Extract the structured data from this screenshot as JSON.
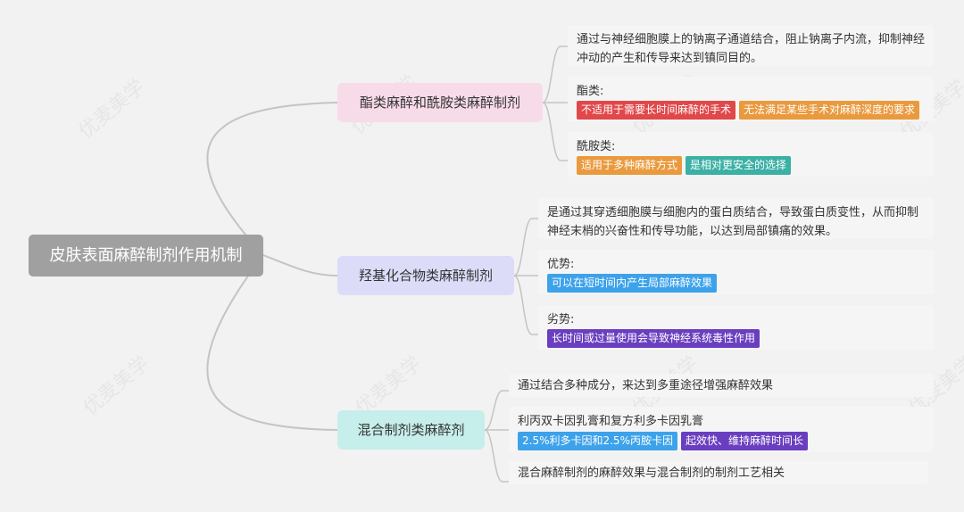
{
  "root": {
    "label": "皮肤表面麻醉制剂作用机制"
  },
  "branches": [
    {
      "label": "酯类麻醉和酰胺类麻醉制剂",
      "description": "通过与神经细胞膜上的钠离子通道结合，阻止钠离子内流，抑制神经冲动的产生和传导来达到镇同目的。",
      "sub": [
        {
          "label": "酯类:",
          "tags": [
            {
              "text": "不适用于需要长时间麻醉的手术",
              "color": "#e0484a"
            },
            {
              "text": "无法满足某些手术对麻醉深度的要求",
              "color": "#ea9a3e"
            }
          ]
        },
        {
          "label": "酰胺类:",
          "tags": [
            {
              "text": "适用于多种麻醉方式",
              "color": "#ea9a3e"
            },
            {
              "text": "是相对更安全的选择",
              "color": "#3bb0a5"
            }
          ]
        }
      ]
    },
    {
      "label": "羟基化合物类麻醉制剂",
      "description": "是通过其穿透细胞膜与细胞内的蛋白质结合，导致蛋白质变性，从而抑制神经末梢的兴奋性和传导功能，以达到局部镇痛的效果。",
      "sub": [
        {
          "label": "优势:",
          "tags": [
            {
              "text": "可以在短时间内产生局部麻醉效果",
              "color": "#3da2ea"
            }
          ]
        },
        {
          "label": "劣势:",
          "tags": [
            {
              "text": "长时间或过量使用会导致神经系统毒性作用",
              "color": "#6a3fbf"
            }
          ]
        }
      ]
    },
    {
      "label": "混合制剂类麻醉剂",
      "description": "通过结合多种成分，来达到多重途径增强麻醉效果",
      "sub": [
        {
          "label": "利丙双卡因乳膏和复方利多卡因乳膏",
          "tags": [
            {
              "text": "2.5%利多卡因和2.5%丙胺卡因",
              "color": "#3da2ea"
            },
            {
              "text": "起效快、维持麻醉时间长",
              "color": "#6a3fbf"
            }
          ]
        },
        {
          "label": "混合麻醉制剂的麻醉效果与混合制剂的制剂工艺相关",
          "tags": []
        }
      ]
    }
  ],
  "watermark": "优麦美学",
  "colors": {
    "root": "#a0a0a0",
    "link": "#c4c4c4",
    "card": "#f5f5f5"
  }
}
